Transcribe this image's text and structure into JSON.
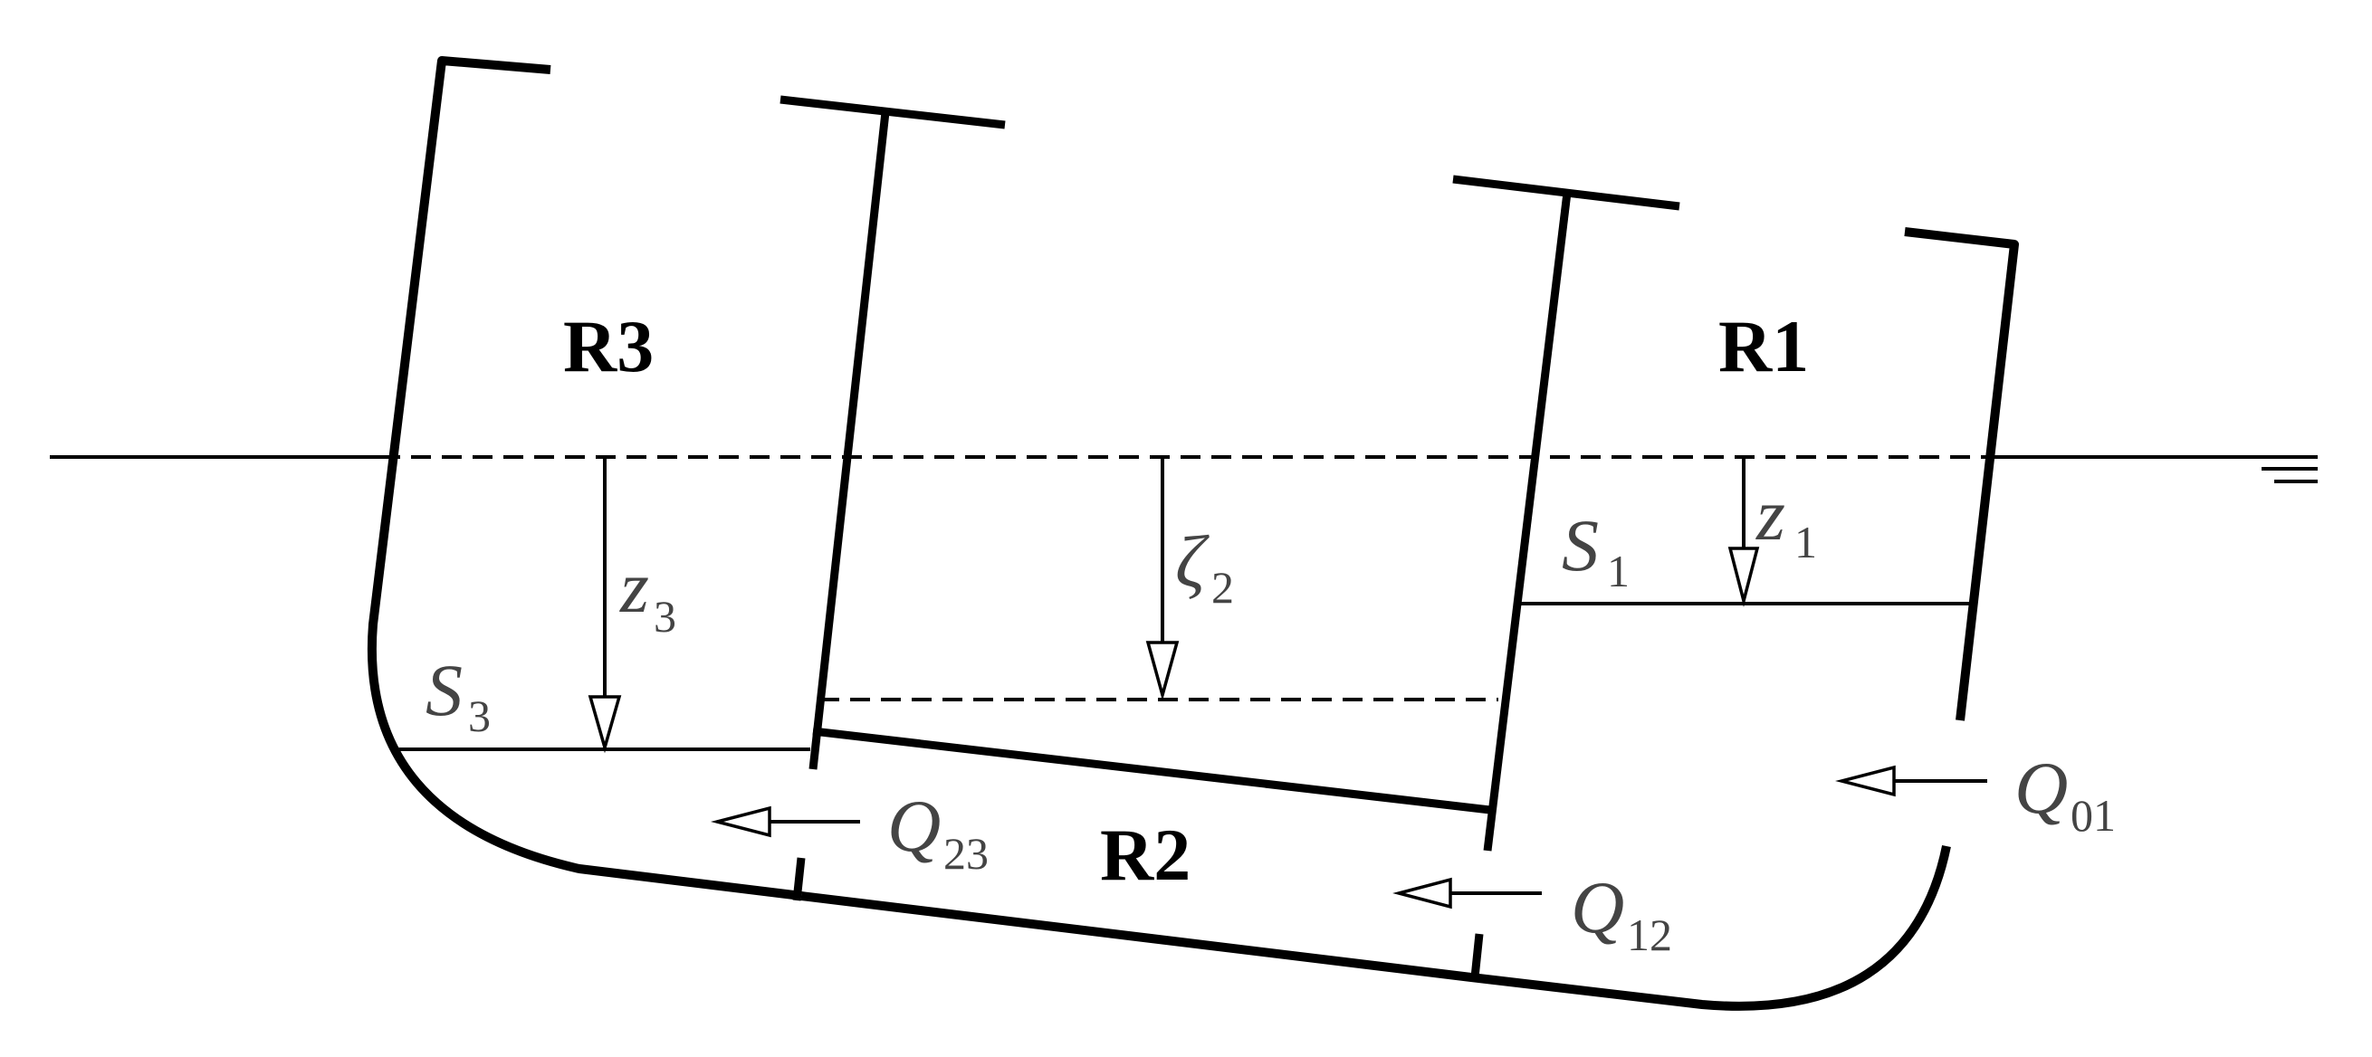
{
  "regions": {
    "r1": "R1",
    "r2": "R2",
    "r3": "R3"
  },
  "surfaces": {
    "s1": {
      "symbol": "S",
      "sub": "1"
    },
    "s3": {
      "symbol": "S",
      "sub": "3"
    }
  },
  "depths": {
    "z1": {
      "symbol": "z",
      "sub": "1"
    },
    "z3": {
      "symbol": "z",
      "sub": "3"
    },
    "zeta2": {
      "symbol": "ζ",
      "sub": "2"
    }
  },
  "flows": {
    "q01": {
      "symbol": "Q",
      "sub": "01"
    },
    "q12": {
      "symbol": "Q",
      "sub": "12"
    },
    "q23": {
      "symbol": "Q",
      "sub": "23"
    }
  },
  "colors": {
    "line": "#000000",
    "symbol_text": "#444444",
    "background": "#ffffff"
  }
}
